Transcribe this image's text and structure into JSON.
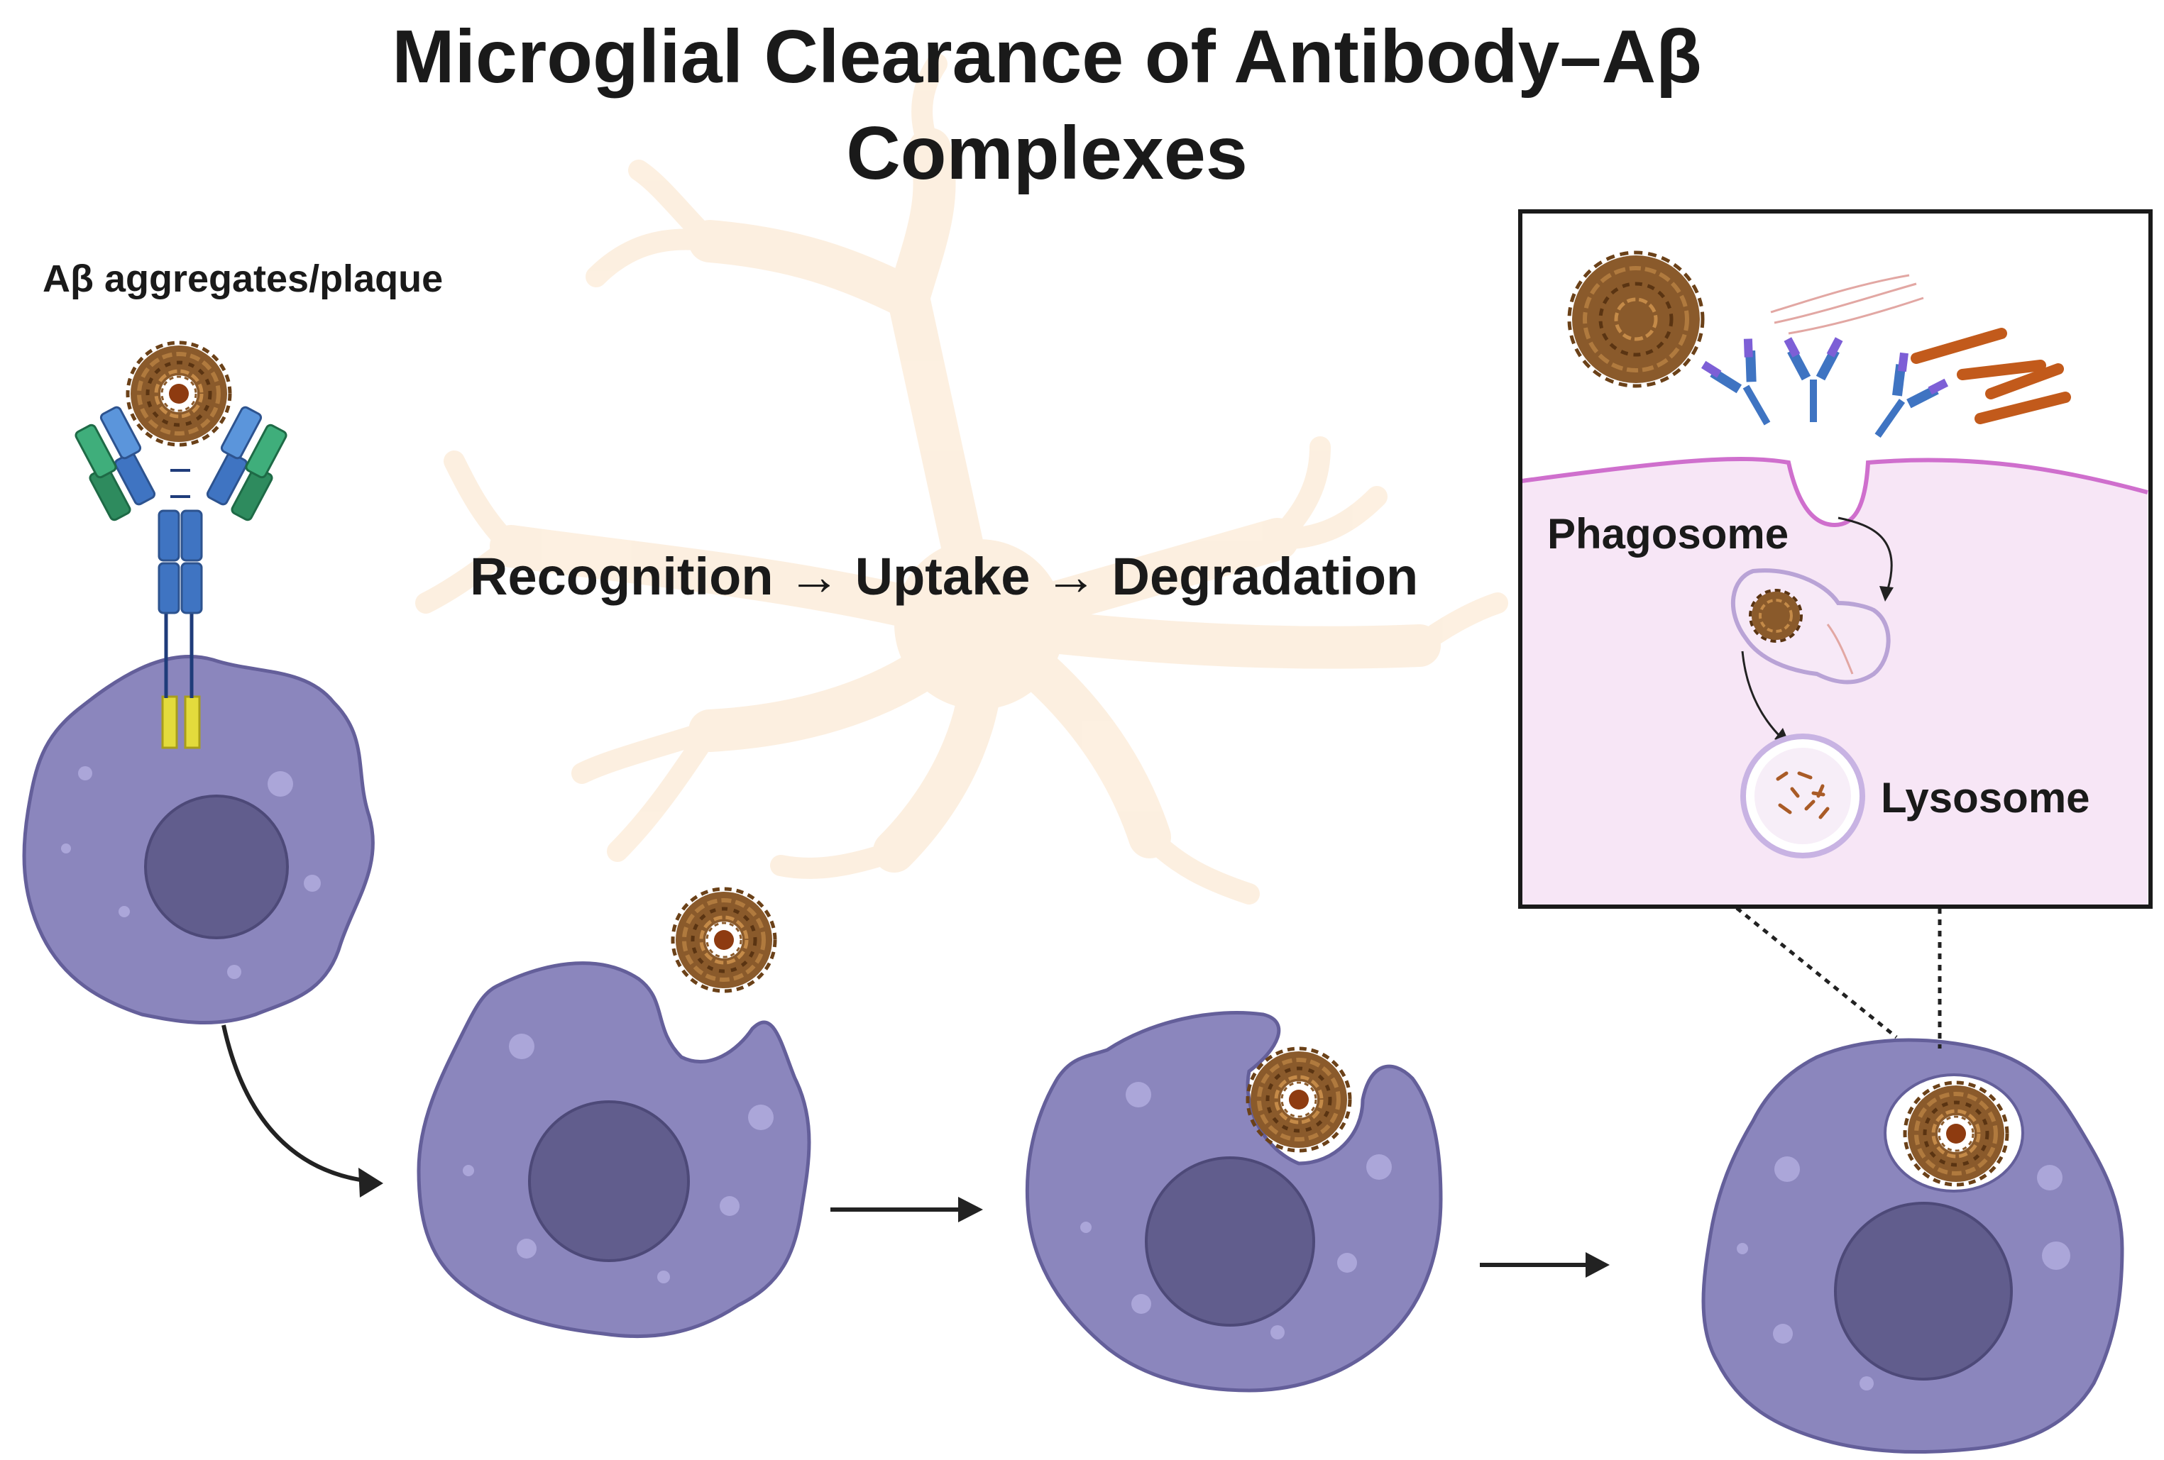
{
  "title": {
    "line1": "Microglial Clearance of Antibody–Aβ",
    "line2": "Complexes"
  },
  "labels": {
    "plaque": "Aβ aggregates/plaque",
    "flow": "Recognition → Uptake → Degradation",
    "phagosome": "Phagosome",
    "lysosome": "Lysosome"
  },
  "colors": {
    "cell_body": "#8b86bd",
    "cell_outline": "#645f9a",
    "nucleus": "#615d8d",
    "antibody_heavy": "#3f74c2",
    "antibody_light": "#2e8b5e",
    "fc_receptor": "#e3db3c",
    "plaque": "#7a4a1f",
    "inset_cytoplasm": "#f7e6f6",
    "membrane": "#cf6fcd",
    "background_microglia": "#fbe9d6"
  },
  "icons": {
    "arrow": "arrow-right-icon",
    "curved_arrow": "curved-arrow-icon"
  }
}
